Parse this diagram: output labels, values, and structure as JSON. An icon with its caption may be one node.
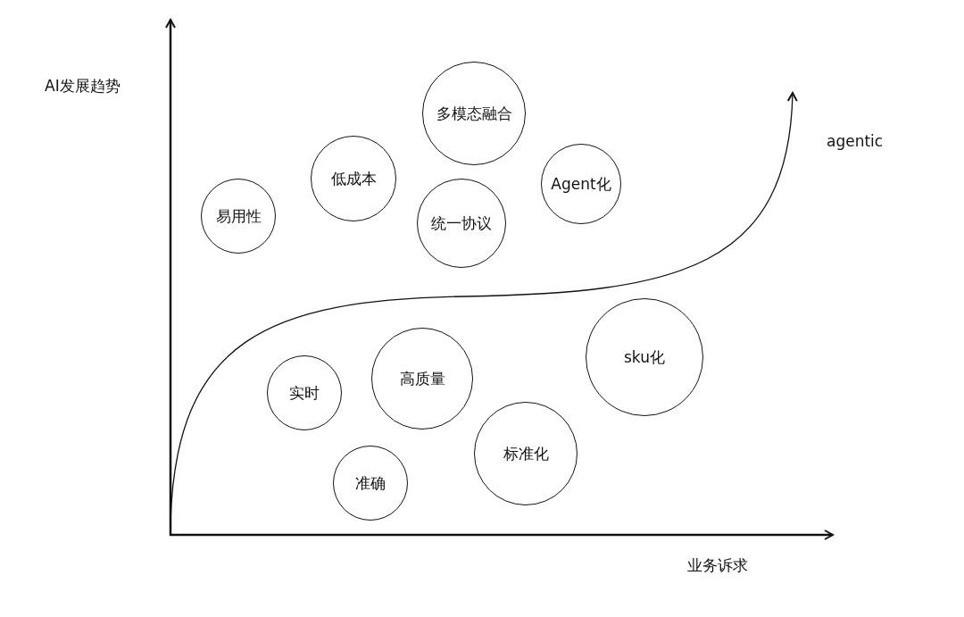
{
  "diagram": {
    "nodes": [
      {
        "text": [
          "多模态融合"
        ]
      },
      {
        "text": [
          "低成本"
        ]
      },
      {
        "text": [
          "Agent化"
        ]
      },
      {
        "text": [
          "易用性"
        ]
      },
      {
        "text": [
          "统一协议"
        ]
      },
      {
        "text": [
          "sku化"
        ]
      },
      {
        "text": [
          "高质量"
        ]
      },
      {
        "text": [
          "实时"
        ]
      },
      {
        "text": [
          "标准化"
        ]
      },
      {
        "text": [
          "准确"
        ]
      }
    ],
    "labels": [
      "AI发展趋势",
      "agentic",
      "业务诉求"
    ]
  }
}
